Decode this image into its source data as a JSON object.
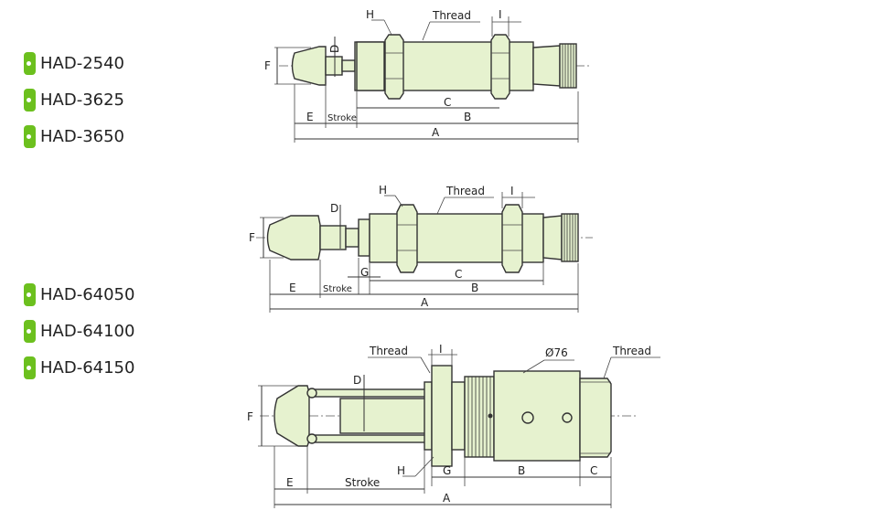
{
  "model_groups": [
    {
      "items": [
        "HAD-2540",
        "HAD-3625",
        "HAD-3650"
      ]
    },
    {
      "items": [
        "HAD-64050",
        "HAD-64100",
        "HAD-64150"
      ]
    }
  ],
  "drawing1": {
    "h": "H",
    "thread": "Thread",
    "i": "I",
    "d": "D",
    "f": "F",
    "c": "C",
    "b": "B",
    "e": "E",
    "stroke": "Stroke",
    "a": "A"
  },
  "drawing2": {
    "h": "H",
    "thread": "Thread",
    "i": "I",
    "d": "D",
    "f": "F",
    "g": "G",
    "c": "C",
    "b": "B",
    "e": "E",
    "stroke": "Stroke",
    "a": "A"
  },
  "drawing3": {
    "thread_left": "Thread",
    "i": "I",
    "dia": "Ø76",
    "thread_right": "Thread",
    "d": "D",
    "f": "F",
    "h": "H",
    "g": "G",
    "b": "B",
    "c": "C",
    "e": "E",
    "stroke": "Stroke",
    "a": "A"
  }
}
